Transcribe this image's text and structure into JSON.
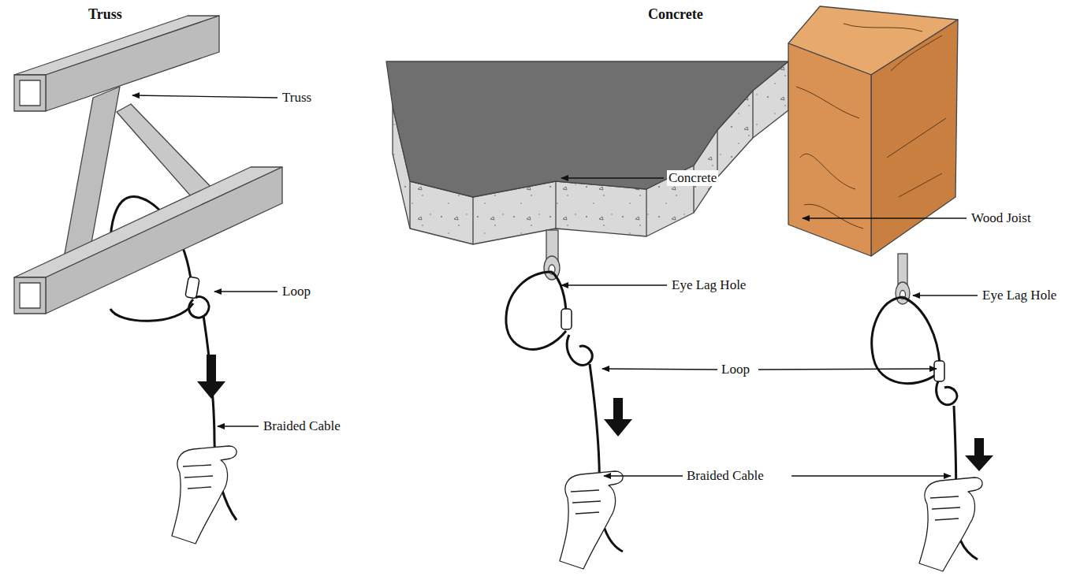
{
  "diagram": {
    "labels": [
      "Truss",
      "Concrete",
      "Truss",
      "Loop",
      "Braided Cable",
      "Concrete",
      "Wood Joist",
      "Eye Lag Hole",
      "Eye Lag Hole",
      "Loop",
      "Braided Cable"
    ]
  }
}
